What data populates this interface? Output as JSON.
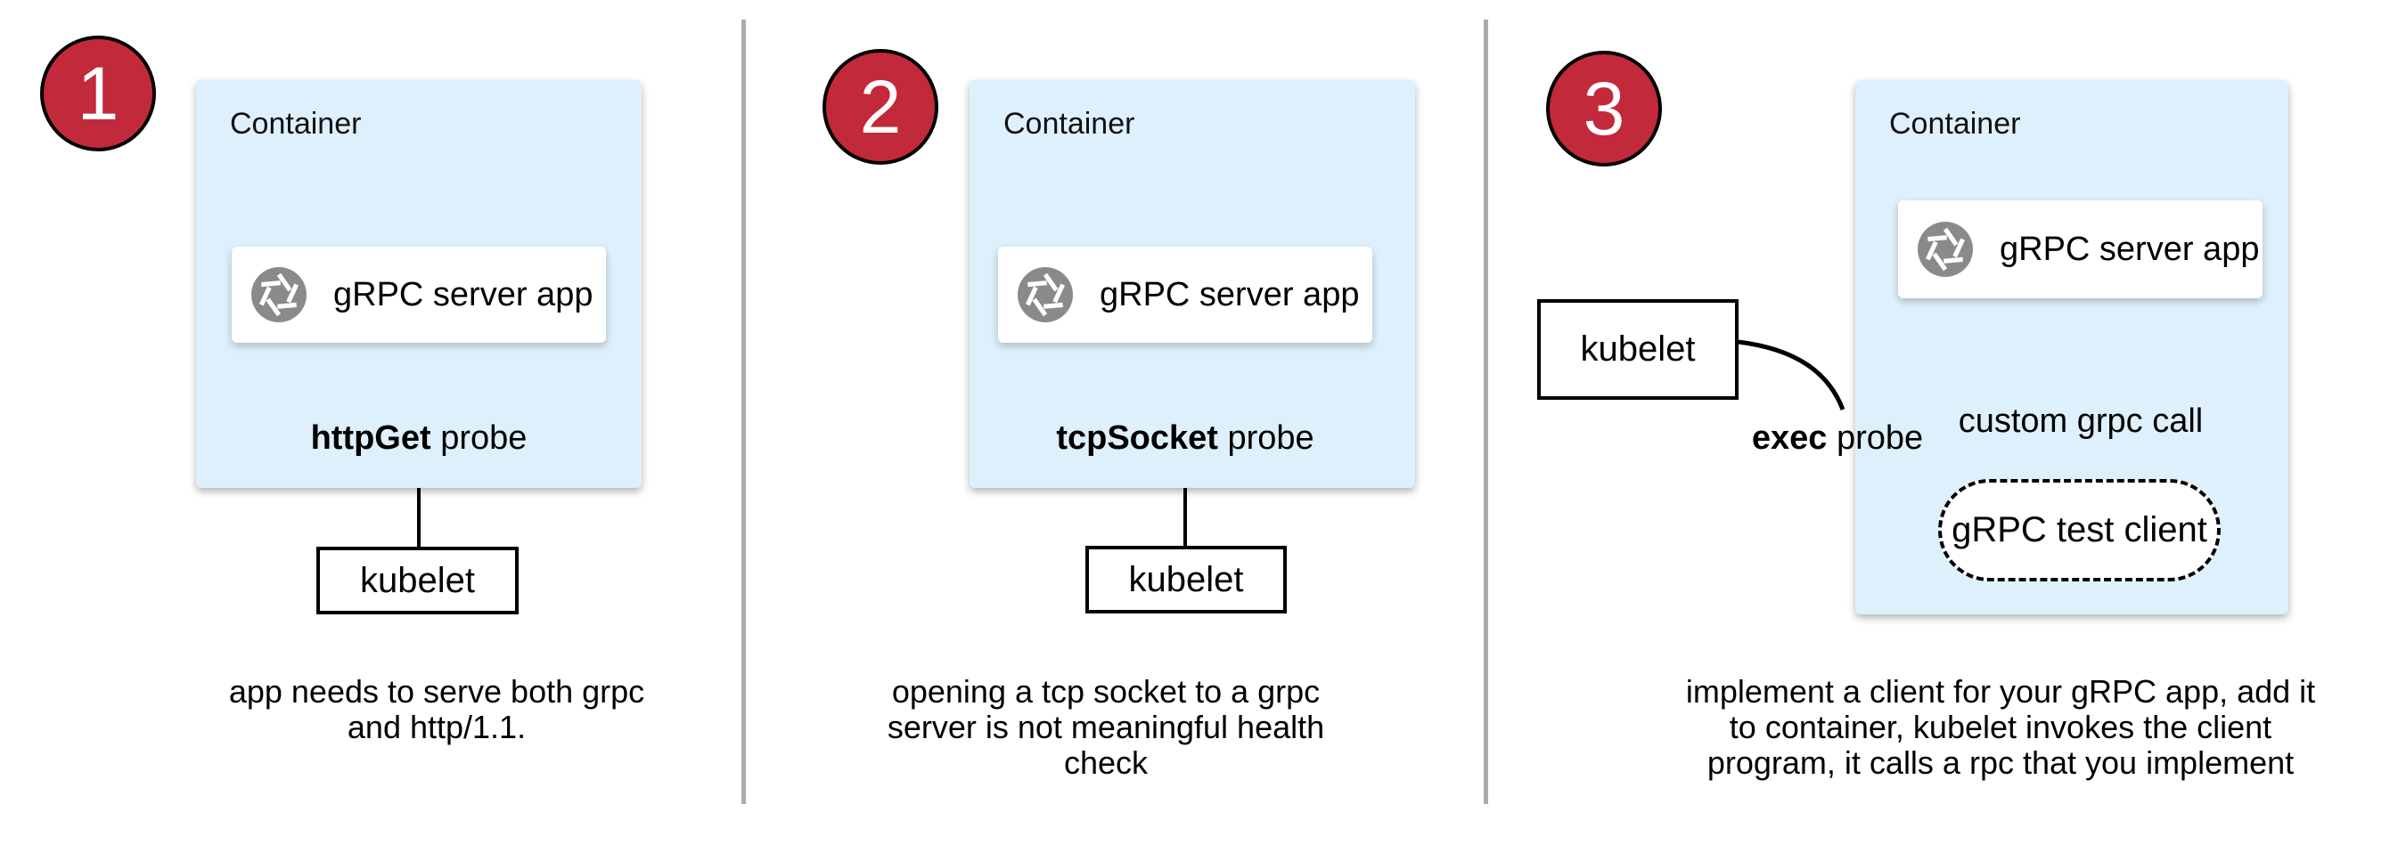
{
  "colors": {
    "badge_red": "#c2293a",
    "container_blue": "#def0fb",
    "icon_gray": "#8a8a8a",
    "divider_gray": "#ababab",
    "line_black": "#000000",
    "box_white": "#ffffff"
  },
  "panels": [
    {
      "number": "1",
      "container_label": "Container",
      "app_icon": "aperture-icon",
      "app_label": "gRPC server app",
      "probe_bold": "httpGet",
      "probe_rest": " probe",
      "kubelet_label": "kubelet",
      "caption": "app needs to serve both grpc\nand http/1.1."
    },
    {
      "number": "2",
      "container_label": "Container",
      "app_icon": "aperture-icon",
      "app_label": "gRPC server app",
      "probe_bold": "tcpSocket",
      "probe_rest": " probe",
      "kubelet_label": "kubelet",
      "caption": "opening a tcp socket to a grpc\nserver is not meaningful health\ncheck"
    },
    {
      "number": "3",
      "container_label": "Container",
      "app_icon": "aperture-icon",
      "app_label": "gRPC server app",
      "probe_bold": "exec",
      "probe_rest": " probe",
      "kubelet_label": "kubelet",
      "client_label": "gRPC test client",
      "call_label": "custom grpc call",
      "caption": "implement a client for your gRPC app, add it\nto container, kubelet invokes the client\nprogram, it calls a rpc that you implement"
    }
  ]
}
